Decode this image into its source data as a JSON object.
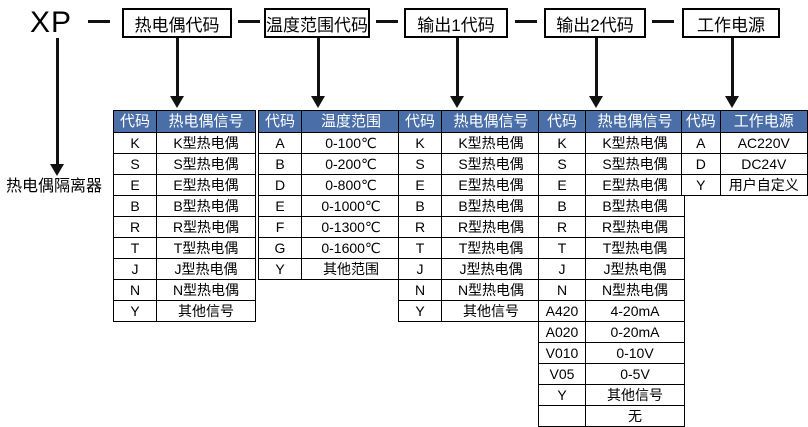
{
  "model": {
    "prefix": "XP",
    "left_caption": "热电偶隔离器",
    "separator": "—",
    "segments": [
      {
        "label": "热电偶代码"
      },
      {
        "label": "温度范围代码"
      },
      {
        "label": "输出1代码"
      },
      {
        "label": "输出2代码"
      },
      {
        "label": "工作电源"
      }
    ]
  },
  "colors": {
    "header_bg": "#4a6fa8",
    "header_text": "#ffffff",
    "border": "#000000",
    "text": "#000000"
  },
  "tables": [
    {
      "name": "thermocouple-code-table",
      "headers": [
        "代码",
        "热电偶信号"
      ],
      "rows": [
        [
          "K",
          "K型热电偶"
        ],
        [
          "S",
          "S型热电偶"
        ],
        [
          "E",
          "E型热电偶"
        ],
        [
          "B",
          "B型热电偶"
        ],
        [
          "R",
          "R型热电偶"
        ],
        [
          "T",
          "T型热电偶"
        ],
        [
          "J",
          "J型热电偶"
        ],
        [
          "N",
          "N型热电偶"
        ],
        [
          "Y",
          "其他信号"
        ]
      ]
    },
    {
      "name": "temperature-range-table",
      "headers": [
        "代码",
        "温度范围"
      ],
      "rows": [
        [
          "A",
          "0-100℃"
        ],
        [
          "B",
          "0-200℃"
        ],
        [
          "D",
          "0-800℃"
        ],
        [
          "E",
          "0-1000℃"
        ],
        [
          "F",
          "0-1300℃"
        ],
        [
          "G",
          "0-1600℃"
        ],
        [
          "Y",
          "其他范围"
        ]
      ]
    },
    {
      "name": "output1-code-table",
      "headers": [
        "代码",
        "热电偶信号"
      ],
      "rows": [
        [
          "K",
          "K型热电偶"
        ],
        [
          "S",
          "S型热电偶"
        ],
        [
          "E",
          "E型热电偶"
        ],
        [
          "B",
          "B型热电偶"
        ],
        [
          "R",
          "R型热电偶"
        ],
        [
          "T",
          "T型热电偶"
        ],
        [
          "J",
          "J型热电偶"
        ],
        [
          "N",
          "N型热电偶"
        ],
        [
          "Y",
          "其他信号"
        ]
      ]
    },
    {
      "name": "output2-code-table",
      "headers": [
        "代码",
        "热电偶信号"
      ],
      "rows": [
        [
          "K",
          "K型热电偶"
        ],
        [
          "S",
          "S型热电偶"
        ],
        [
          "E",
          "E型热电偶"
        ],
        [
          "B",
          "B型热电偶"
        ],
        [
          "R",
          "R型热电偶"
        ],
        [
          "T",
          "T型热电偶"
        ],
        [
          "J",
          "J型热电偶"
        ],
        [
          "N",
          "N型热电偶"
        ],
        [
          "A420",
          "4-20mA"
        ],
        [
          "A020",
          "0-20mA"
        ],
        [
          "V010",
          "0-10V"
        ],
        [
          "V05",
          "0-5V"
        ],
        [
          "Y",
          "其他信号"
        ],
        [
          "",
          "无"
        ]
      ]
    },
    {
      "name": "power-supply-table",
      "headers": [
        "代码",
        "工作电源"
      ],
      "rows": [
        [
          "A",
          "AC220V"
        ],
        [
          "D",
          "DC24V"
        ],
        [
          "Y",
          "用户自定义"
        ]
      ]
    }
  ]
}
